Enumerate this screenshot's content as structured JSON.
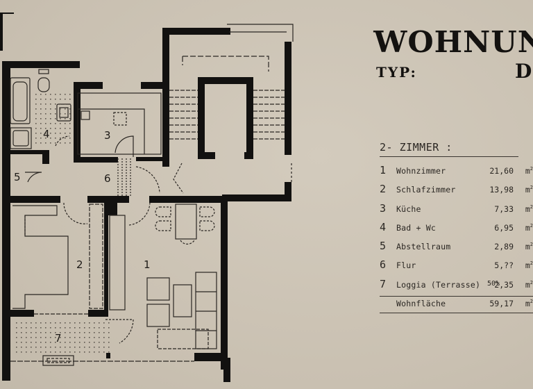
{
  "header": {
    "title": "WOHNUNG",
    "type_label": "TYP:",
    "type_value": "D"
  },
  "legend": {
    "subtitle": "2- ZIMMER :",
    "rooms": [
      {
        "num": "1",
        "name": "Wohnzimmer",
        "note": "",
        "area": "21,60",
        "unit": "m"
      },
      {
        "num": "2",
        "name": "Schlafzimmer",
        "note": "",
        "area": "13,98",
        "unit": "m"
      },
      {
        "num": "3",
        "name": "Küche",
        "note": "",
        "area": "7,33",
        "unit": "m"
      },
      {
        "num": "4",
        "name": "Bad + Wc",
        "note": "",
        "area": "6,95",
        "unit": "m"
      },
      {
        "num": "5",
        "name": "Abstellraum",
        "note": "",
        "area": "2,89",
        "unit": "m"
      },
      {
        "num": "6",
        "name": "Flur",
        "note": "",
        "area": "5,??",
        "unit": "m"
      },
      {
        "num": "7",
        "name": "Loggia (Terrasse)",
        "note": "50%",
        "area": "2,35",
        "unit": "m"
      }
    ],
    "total": {
      "name": "Wohnfläche",
      "area": "59,17",
      "unit": "m"
    },
    "unit_sup": "2"
  },
  "plan": {
    "labels": [
      "1",
      "2",
      "3",
      "4",
      "5",
      "6",
      "7"
    ]
  },
  "colors": {
    "paper": "#cfc6b8",
    "ink": "#141210",
    "wall": "#111010"
  }
}
